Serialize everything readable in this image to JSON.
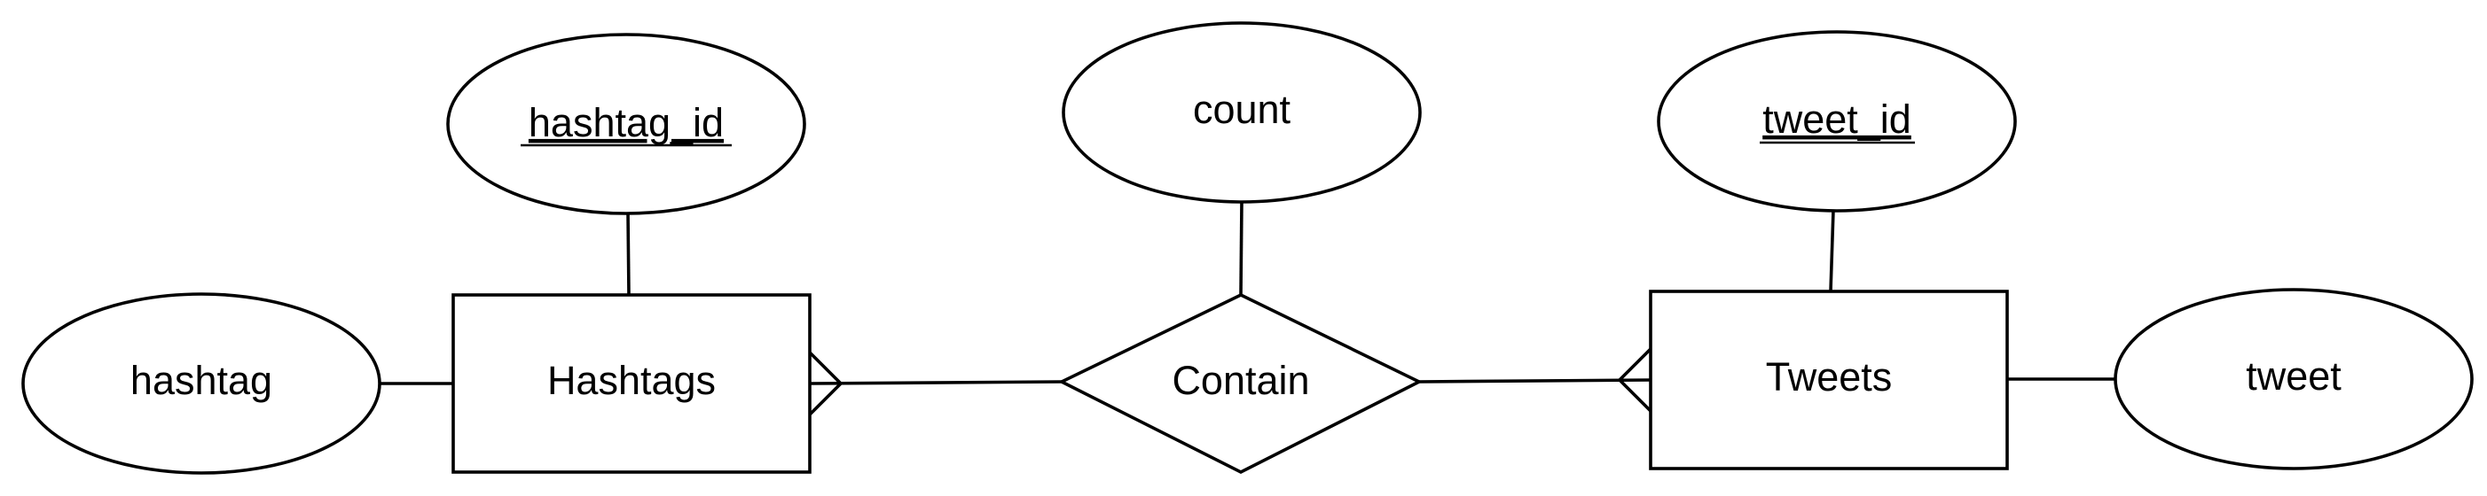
{
  "diagram": {
    "type": "entity-relationship",
    "entities": [
      {
        "id": "hashtags",
        "label": "Hashtags"
      },
      {
        "id": "tweets",
        "label": "Tweets"
      }
    ],
    "relationships": [
      {
        "id": "contain",
        "label": "Contain"
      }
    ],
    "attributes": [
      {
        "id": "hashtag_id",
        "label": "hashtag_id",
        "owner": "hashtags",
        "key": true
      },
      {
        "id": "hashtag",
        "label": "hashtag",
        "owner": "hashtags",
        "key": false
      },
      {
        "id": "count",
        "label": "count",
        "owner": "contain",
        "key": false
      },
      {
        "id": "tweet_id",
        "label": "tweet_id",
        "owner": "tweets",
        "key": true
      },
      {
        "id": "tweet",
        "label": "tweet",
        "owner": "tweets",
        "key": false
      }
    ],
    "connections": [
      {
        "from": "hashtags",
        "to": "contain",
        "cardinality_at_from": "many"
      },
      {
        "from": "contain",
        "to": "tweets",
        "cardinality_at_to": "many"
      }
    ]
  }
}
